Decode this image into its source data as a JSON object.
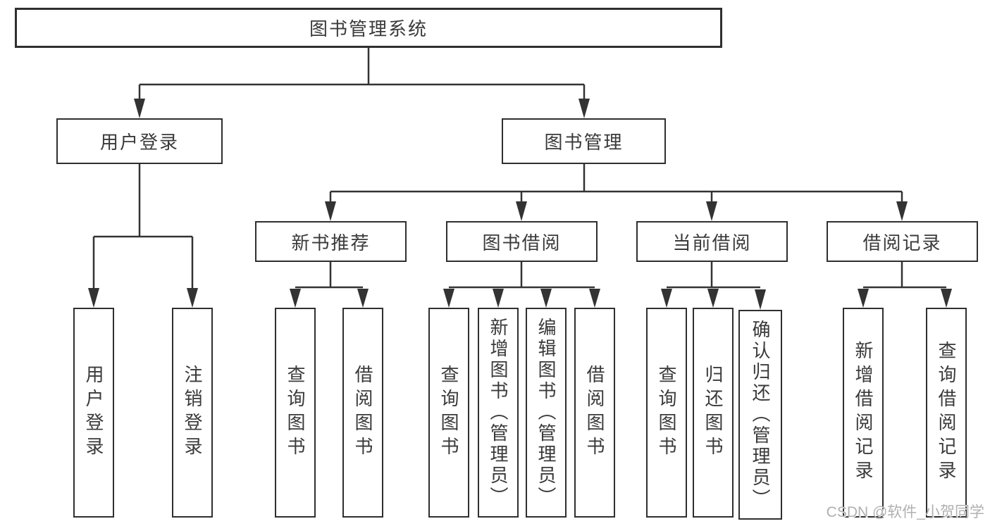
{
  "diagram": {
    "root_label": "图书管理系统",
    "branches": [
      {
        "label": "用户登录",
        "children": [
          "用户登录",
          "注销登录"
        ]
      },
      {
        "label": "图书管理",
        "groups": [
          {
            "label": "新书推荐",
            "children": [
              "查询图书",
              "借阅图书"
            ]
          },
          {
            "label": "图书借阅",
            "children": [
              "查询图书",
              "新增图书（管理员）",
              "编辑图书（管理员）",
              "借阅图书"
            ]
          },
          {
            "label": "当前借阅",
            "children": [
              "查询图书",
              "归还图书",
              "确认归还（管理员）"
            ]
          },
          {
            "label": "借阅记录",
            "children": [
              "新增借阅记录",
              "查询借阅记录"
            ]
          }
        ]
      }
    ],
    "line_color": "#333333",
    "text_color": "#3a3a3a"
  },
  "watermark": "CSDN @软件_小贺同学"
}
